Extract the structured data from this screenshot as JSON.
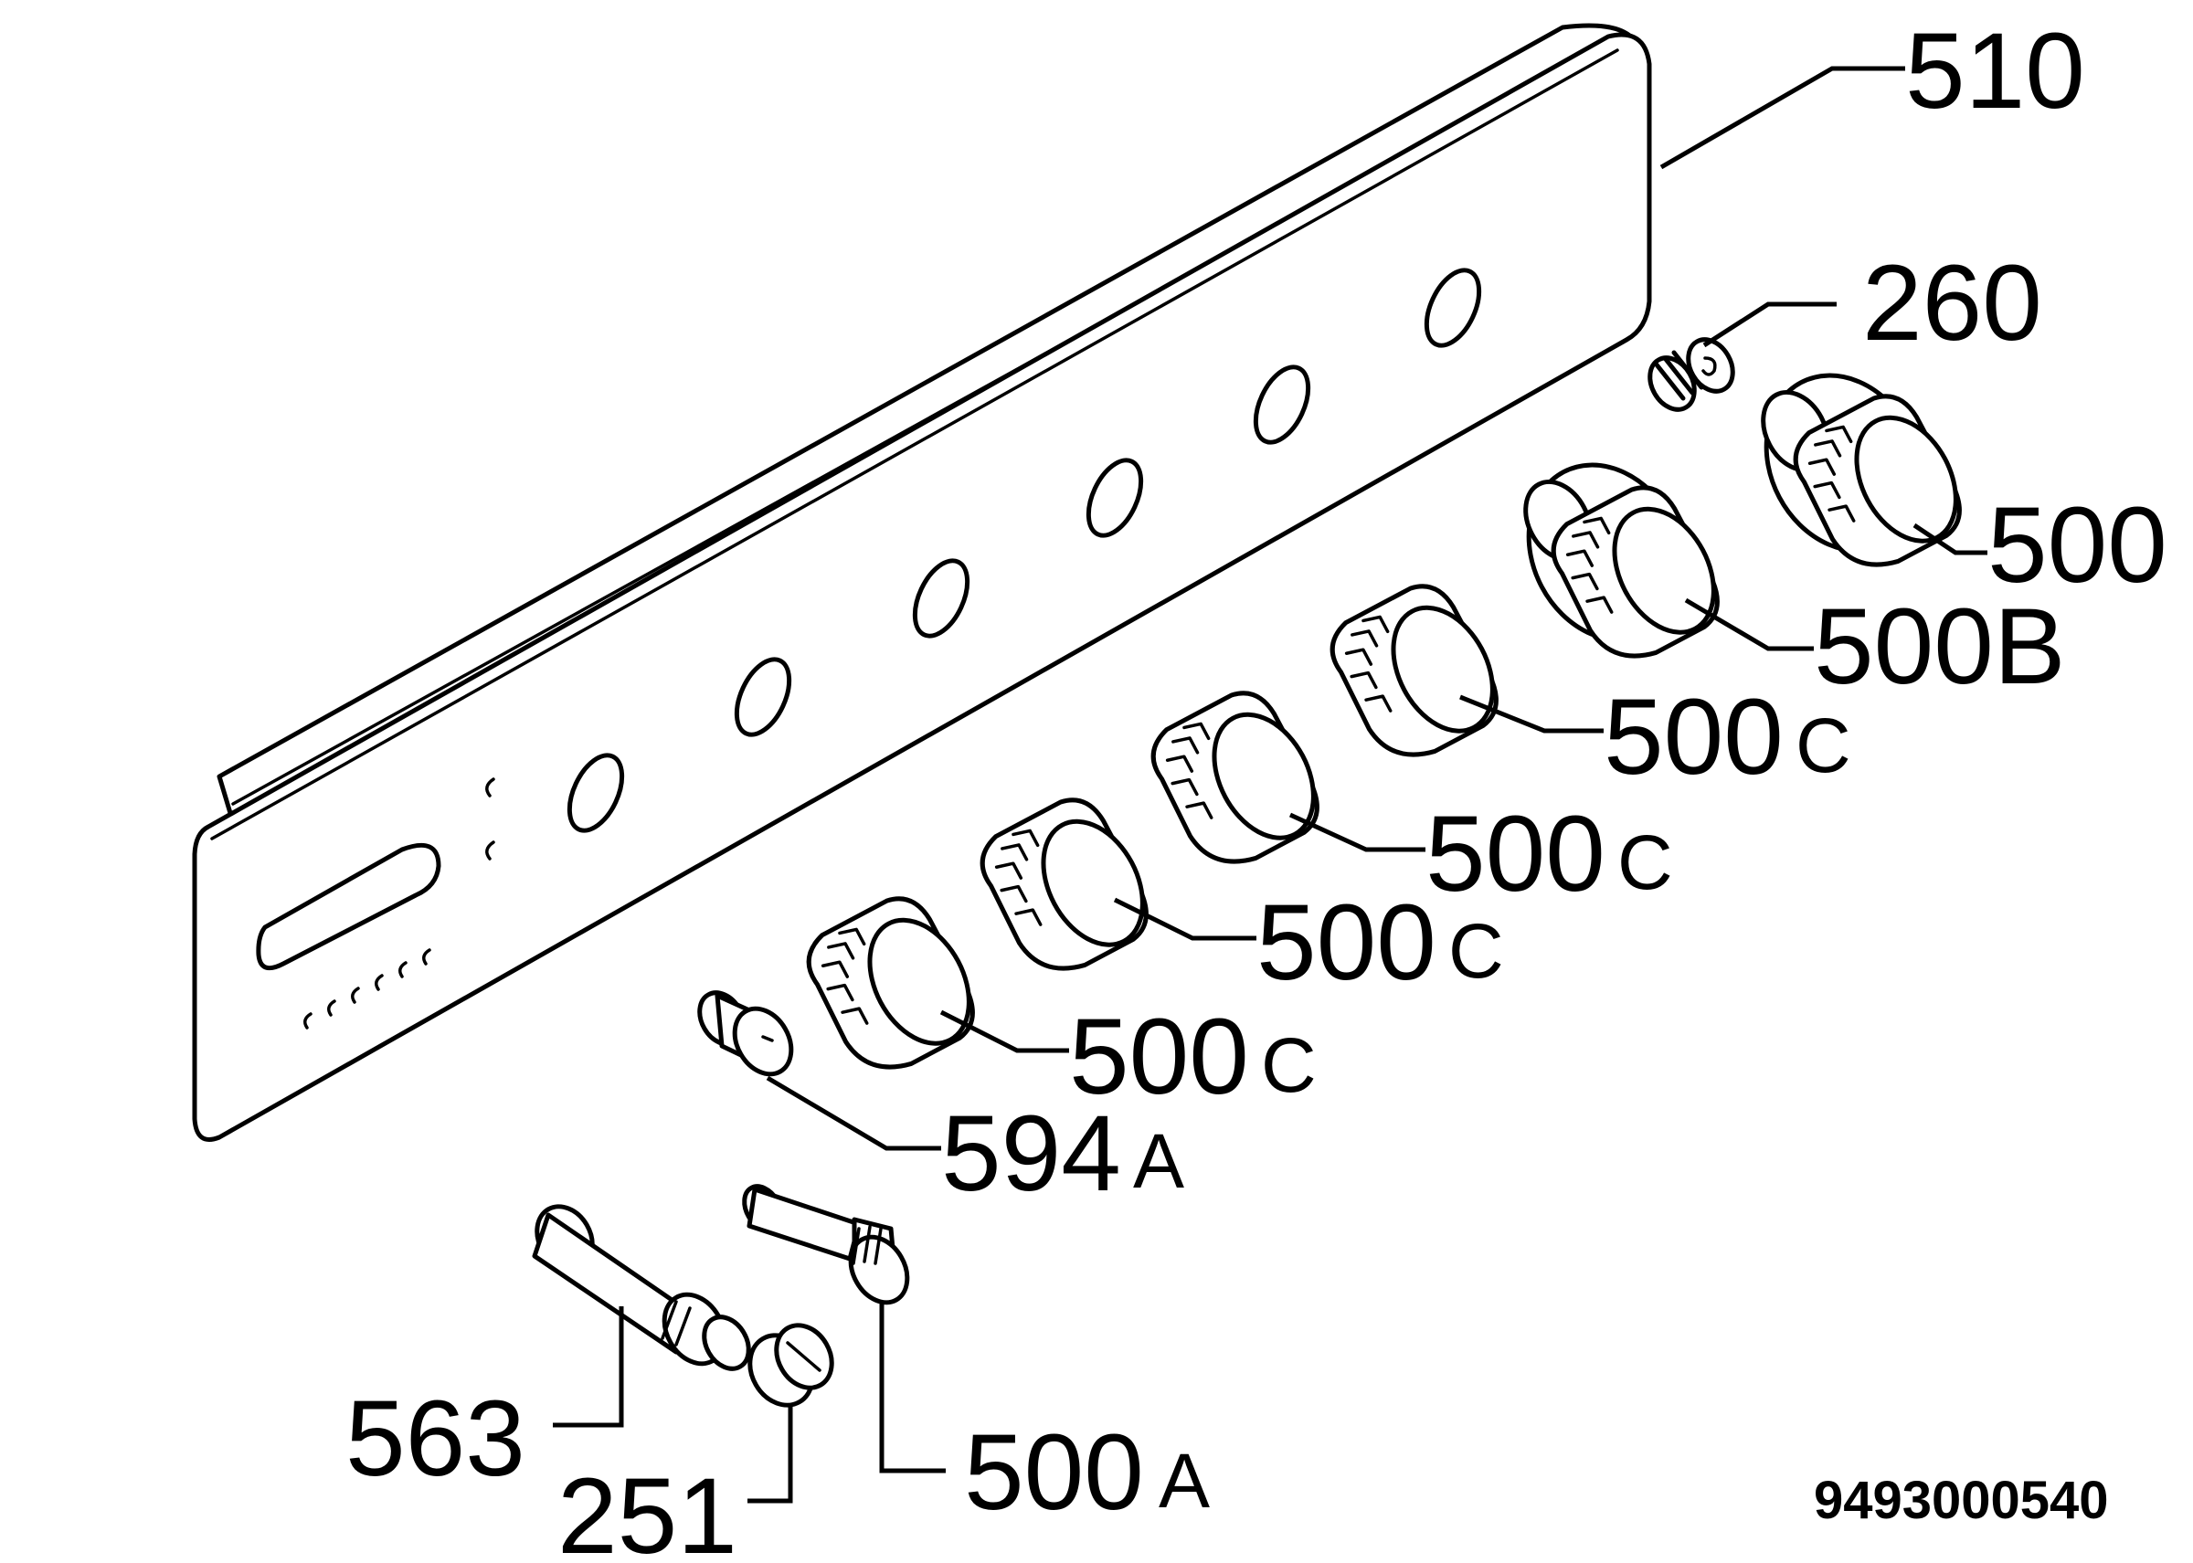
{
  "diagram": {
    "document_number": "9493000540",
    "callouts": [
      {
        "id": "c510",
        "number": "510",
        "suffix": ""
      },
      {
        "id": "c260",
        "number": "260",
        "suffix": ""
      },
      {
        "id": "c500",
        "number": "500",
        "suffix": ""
      },
      {
        "id": "c500B",
        "number": "500B",
        "suffix": ""
      },
      {
        "id": "c500C1",
        "number": "500",
        "suffix": "C"
      },
      {
        "id": "c500C2",
        "number": "500",
        "suffix": "C"
      },
      {
        "id": "c500C3",
        "number": "500",
        "suffix": "C"
      },
      {
        "id": "c500C4",
        "number": "500",
        "suffix": "C"
      },
      {
        "id": "c594A",
        "number": "594",
        "suffix": "A"
      },
      {
        "id": "c563",
        "number": "563",
        "suffix": ""
      },
      {
        "id": "c251",
        "number": "251",
        "suffix": ""
      },
      {
        "id": "c500A",
        "number": "500",
        "suffix": "A"
      }
    ]
  }
}
